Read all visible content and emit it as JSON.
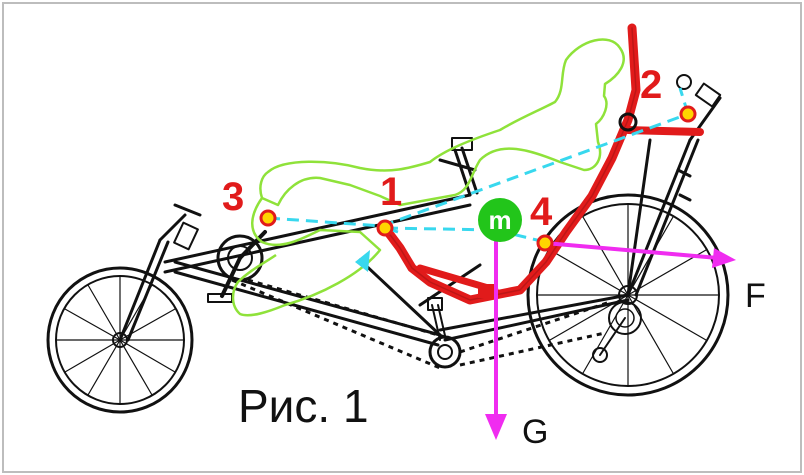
{
  "caption": "Рис. 1",
  "points": [
    {
      "id": "1",
      "label": "1"
    },
    {
      "id": "2",
      "label": "2"
    },
    {
      "id": "3",
      "label": "3"
    },
    {
      "id": "4",
      "label": "4"
    }
  ],
  "mass": {
    "label": "m"
  },
  "forces": {
    "horizontal": "F",
    "vertical": "G"
  },
  "colors": {
    "frame": "#e11b1b",
    "rider": "#8fe23a",
    "force": "#f02cf0",
    "guide": "#38d8ee",
    "mass": "#22c51a",
    "point_fill": "#ffd500",
    "bike": "#111111"
  },
  "icons": [
    "recumbent-bicycle",
    "rider-outline",
    "pivot-point",
    "force-arrow"
  ]
}
